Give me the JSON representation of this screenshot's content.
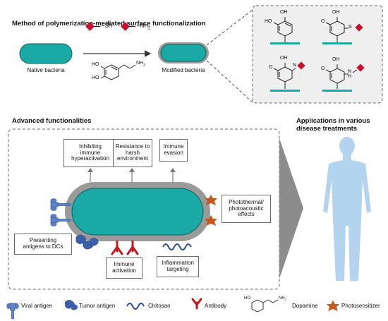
{
  "method_title": "Method of polymerization-mediated surface functionalization",
  "native_label": "Native bacteria",
  "modified_label": "Modified bacteria",
  "reagents": {
    "sh": "SH",
    "nh2": "NH",
    "nh2_sub": "2",
    "dopamine_nh2": "NH",
    "dopamine_sub": "2"
  },
  "chem": {
    "ho": "HO",
    "oh": "OH",
    "s": "S",
    "n": "N",
    "h": "H"
  },
  "advanced_title": "Advanced functionalities",
  "applications_title": [
    "Applications in various",
    "disease treatments"
  ],
  "function_boxes": {
    "inhibit": [
      "Inhibiting",
      "immune",
      "hyperactivation"
    ],
    "resistance": [
      "Resistance to",
      "harsh",
      "environment"
    ],
    "evasion": [
      "Immune",
      "evasion"
    ],
    "photothermal": [
      "Photothermal/",
      "photoacoustic",
      "effects"
    ],
    "presenting": [
      "Presenting",
      "antigens to DCs"
    ],
    "activation": [
      "Immune",
      "activation"
    ],
    "inflammation": [
      "Inflammation",
      "targeting"
    ]
  },
  "legend": {
    "viral": "Viral antigen",
    "tumor": "Tumor antigen",
    "chitosan": "Chitosan",
    "antibody": "Antibody",
    "dopamine": "Dopamine",
    "photosensitizer": "Photosensitizer"
  },
  "colors": {
    "bacteria_fill": "#1ba9a6",
    "bacteria_outline": "#0e5f5d",
    "coating": "#9a9a9a",
    "reagent_red": "#c8102e",
    "antibody_red": "#c21a1a",
    "viral_blue": "#5f84c4",
    "tumor_blue": "#3c5fa8",
    "chitosan_blue": "#2c4f8f",
    "photosensitizer_orange": "#c45a20",
    "human_blue": "#b3d4ee",
    "panel_gray": "#efefef",
    "arrow_gray": "#8c8c8c"
  }
}
